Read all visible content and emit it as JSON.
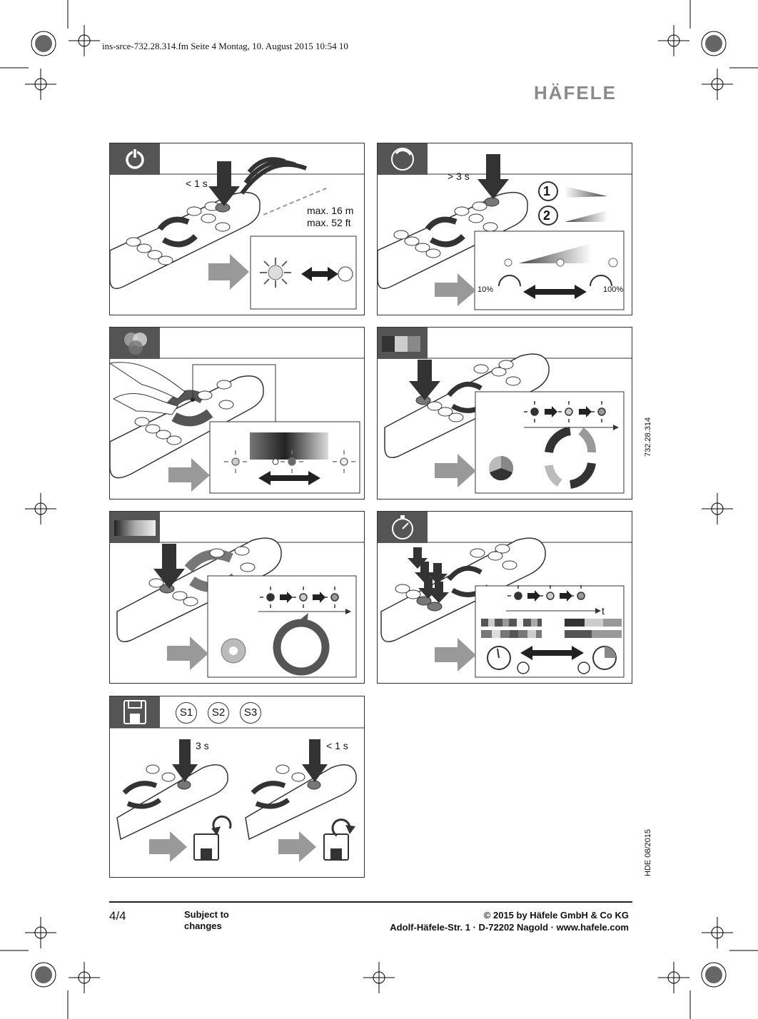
{
  "file_info": "ins-srce-732.28.314.fm  Seite 4  Montag, 10. August 2015  10:54 10",
  "logo": "HÄFELE",
  "side_article": "732.28.314",
  "side_date": "HDE 08/2015",
  "panels": {
    "power": {
      "time": "< 1 s",
      "range_m": "max. 16 m",
      "range_ft": "max. 52 ft"
    },
    "dim": {
      "time": "> 3 s",
      "step1": "1",
      "step2": "2",
      "min": "10%",
      "max": "100%"
    },
    "timer": {
      "axis": "t"
    },
    "memory": {
      "s1": "S1",
      "s2": "S2",
      "s3": "S3",
      "save_time": "3 s",
      "recall_time": "< 1 s"
    }
  },
  "footer": {
    "page": "4/4",
    "subject": "Subject to changes",
    "copyright": "© 2015 by Häfele GmbH & Co KG",
    "address": "Adolf-Häfele-Str. 1 · D-72202 Nagold · www.hafele.com"
  },
  "colors": {
    "header_gray": "#555555",
    "arrow_gray": "#999999"
  }
}
